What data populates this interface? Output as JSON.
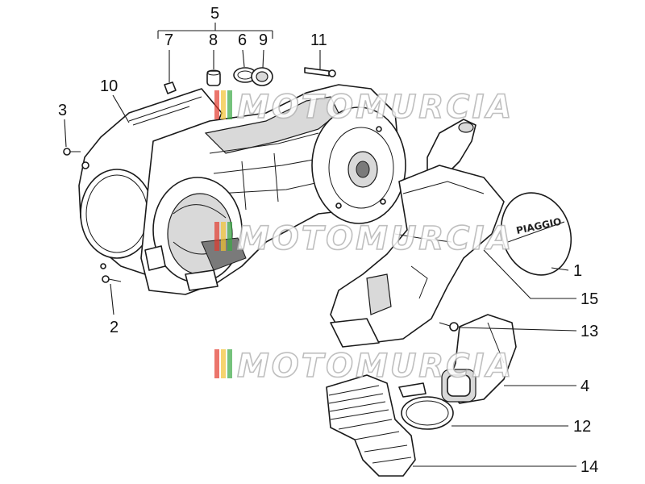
{
  "diagram": {
    "callouts": [
      {
        "id": "1",
        "label": "1"
      },
      {
        "id": "2",
        "label": "2"
      },
      {
        "id": "3",
        "label": "3"
      },
      {
        "id": "4",
        "label": "4"
      },
      {
        "id": "5",
        "label": "5"
      },
      {
        "id": "6",
        "label": "6"
      },
      {
        "id": "7",
        "label": "7"
      },
      {
        "id": "8",
        "label": "8"
      },
      {
        "id": "9",
        "label": "9"
      },
      {
        "id": "10",
        "label": "10"
      },
      {
        "id": "11",
        "label": "11"
      },
      {
        "id": "12",
        "label": "12"
      },
      {
        "id": "13",
        "label": "13"
      },
      {
        "id": "14",
        "label": "14"
      },
      {
        "id": "15",
        "label": "15"
      }
    ],
    "watermark": "MOTOMURCIA",
    "cover_logo": "PIAGGIO"
  },
  "colors": {
    "watermark_red": "#e23b2e",
    "watermark_yellow": "#f2c230",
    "watermark_green": "#3aa845",
    "line": "#1a1a1a"
  }
}
